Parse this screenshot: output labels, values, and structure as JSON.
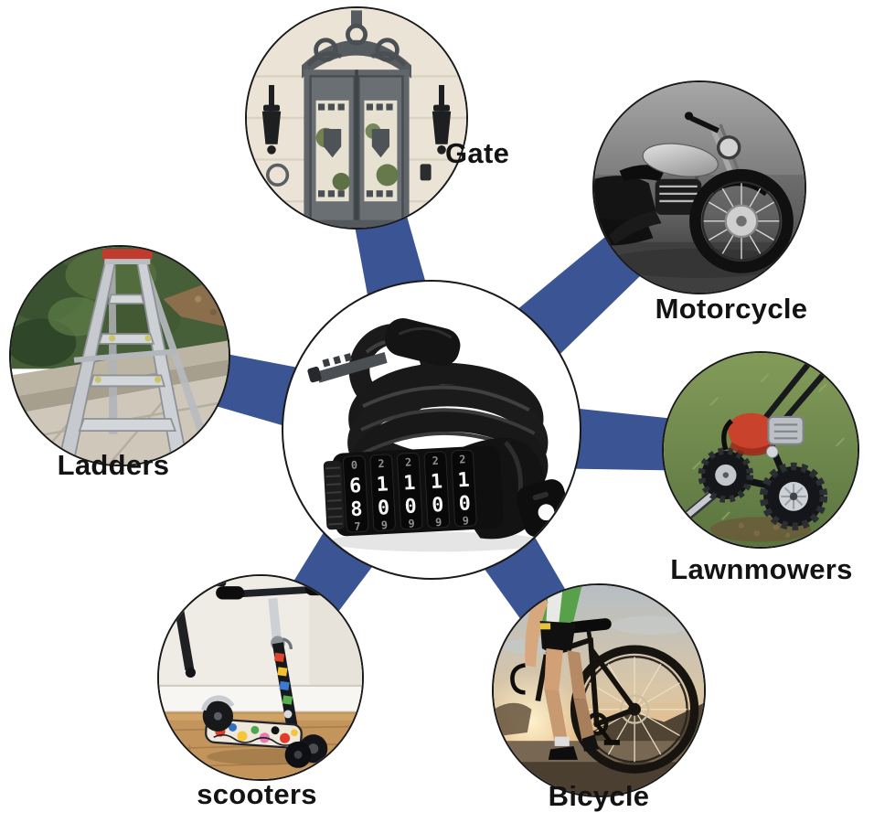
{
  "figure": {
    "type": "hub-and-spoke product use-case diagram",
    "background": "#FFFFFF",
    "connector_color": "#3A5494",
    "circle_border_color": "#1A1A1A",
    "label_color": "#131313"
  },
  "center": {
    "image": "black-coiled-combination-cable-lock-with-key",
    "wheels": [
      {
        "stack": [
          "0",
          "6",
          "8",
          "7"
        ]
      },
      {
        "stack": [
          "2",
          "1",
          "0",
          "9"
        ]
      },
      {
        "stack": [
          "2",
          "1",
          "0",
          "9"
        ]
      },
      {
        "stack": [
          "2",
          "1",
          "0",
          "9"
        ]
      },
      {
        "stack": [
          "2",
          "1",
          "0",
          "9"
        ]
      }
    ]
  },
  "items": [
    {
      "id": "gate",
      "label": "Gate",
      "image": "ornate-metal-double-gate"
    },
    {
      "id": "motorcycle",
      "label": "Motorcycle",
      "image": "black-and-white-cruiser-motorcycle"
    },
    {
      "id": "lawnmowers",
      "label": "Lawnmowers",
      "image": "wheeled-trimmer-mower-on-grass"
    },
    {
      "id": "bicycle",
      "label": "Bicycle",
      "image": "cyclist-with-road-bike-at-sunset"
    },
    {
      "id": "scooters",
      "label": "scooters",
      "image": "kick-scooter-with-graffiti-deck-indoors"
    },
    {
      "id": "ladders",
      "label": "Ladders",
      "image": "aluminum-step-ladder-on-pavement"
    }
  ]
}
